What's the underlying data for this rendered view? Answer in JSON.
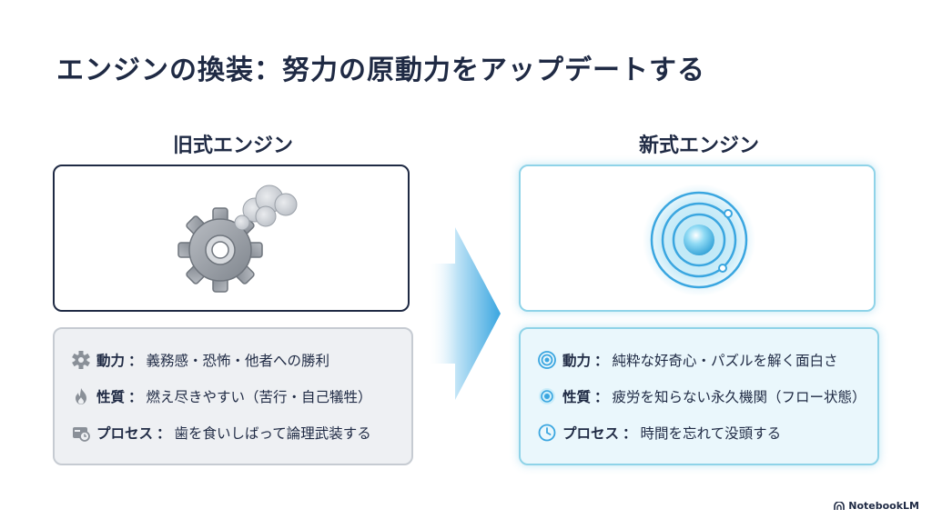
{
  "title": "エンジンの換装：努力の原動力をアップデートする",
  "left": {
    "heading": "旧式エンジン",
    "rows": [
      {
        "icon": "gear-icon",
        "label": "動力",
        "sep": "：",
        "value": "義務感・恐怖・他者への勝利"
      },
      {
        "icon": "flame-icon",
        "label": "性質",
        "sep": "：",
        "value": "燃え尽きやすい（苦行・自己犠牲）"
      },
      {
        "icon": "shield-process-icon",
        "label": "プロセス",
        "sep": "：",
        "value": "歯を食いしばって論理武装する"
      }
    ]
  },
  "right": {
    "heading": "新式エンジン",
    "rows": [
      {
        "icon": "orbit-icon",
        "label": "動力",
        "sep": "：",
        "value": "純粋な好奇心・パズルを解く面白さ"
      },
      {
        "icon": "concentric-circle-icon",
        "label": "性質",
        "sep": "：",
        "value": "疲労を知らない永久機関（フロー状態）"
      },
      {
        "icon": "clock-icon",
        "label": "プロセス",
        "sep": "：",
        "value": "時間を忘れて没頭する"
      }
    ]
  },
  "brand": "NotebookLM",
  "colors": {
    "navy": "#1f2a44",
    "accent_cyan": "#8fd3e8",
    "arrow_blue": "#3aa6e0",
    "left_bg": "#eef0f3",
    "right_bg": "#eaf7fc"
  }
}
